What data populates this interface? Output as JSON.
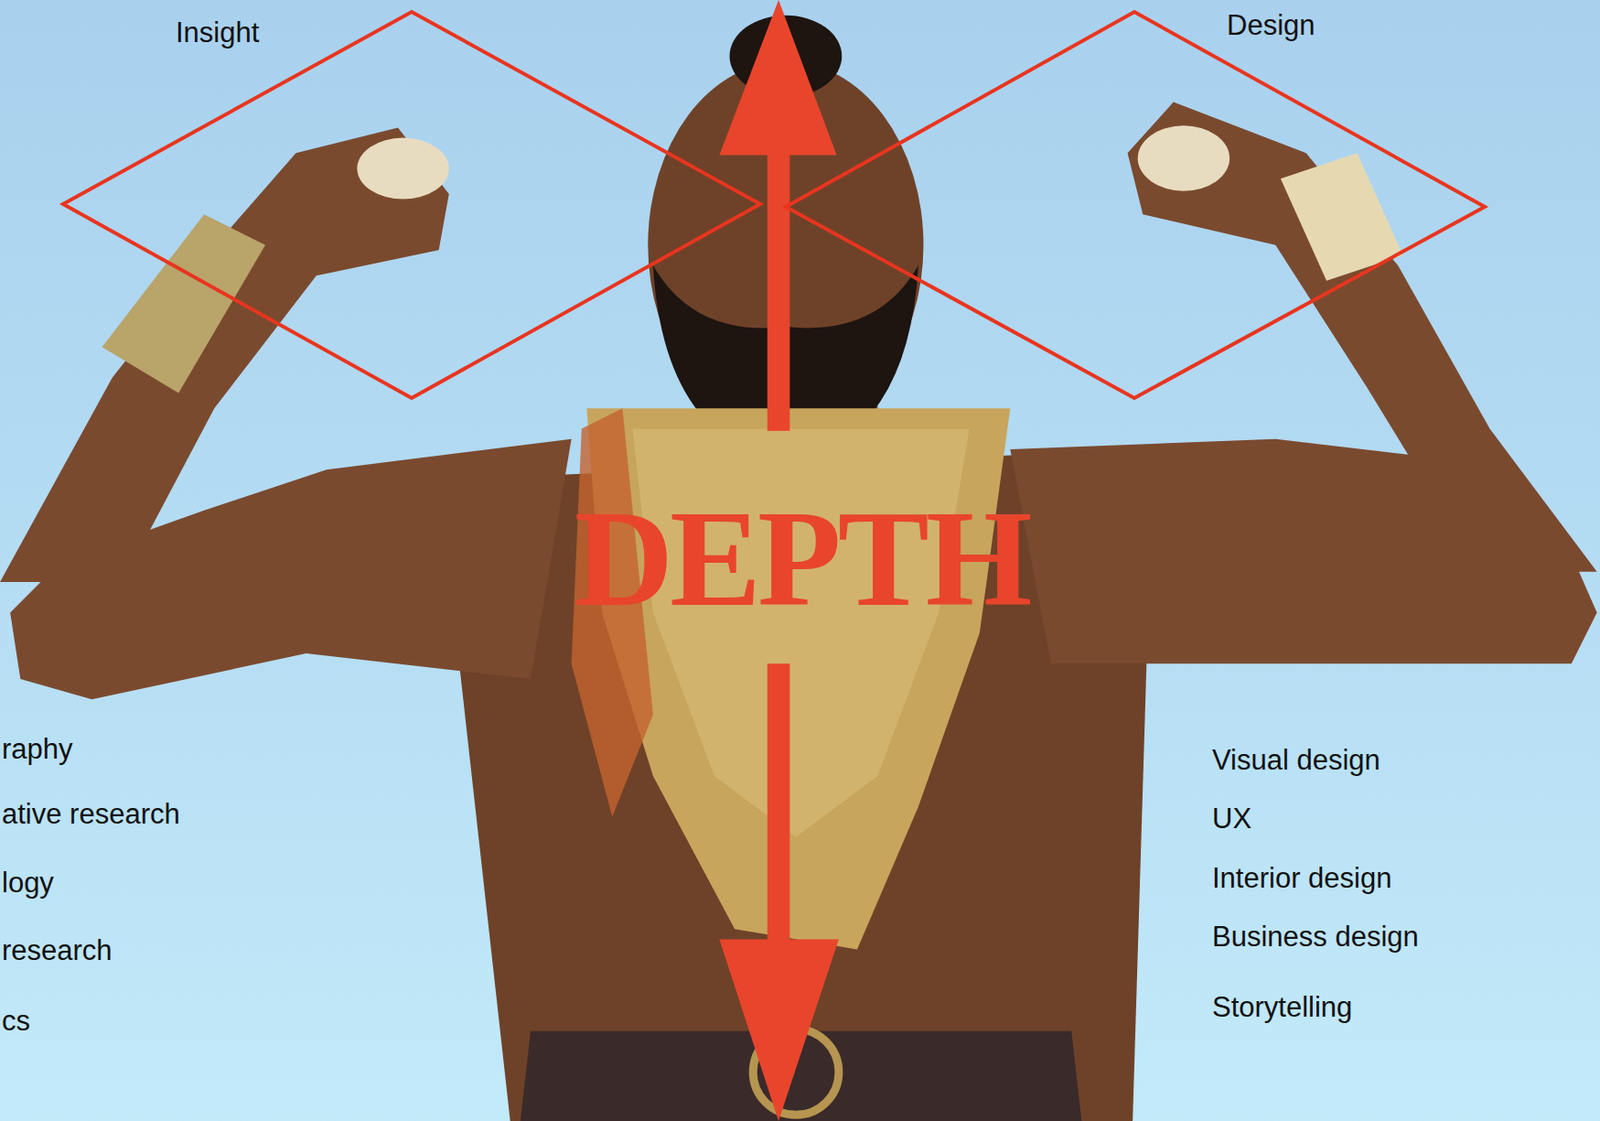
{
  "diagram": {
    "nodes": [
      {
        "text": [
          "Insight"
        ]
      },
      {
        "text": [
          "Design"
        ]
      }
    ],
    "labels": [
      "DEPTH",
      "raphy",
      "ative research",
      "logy",
      "research",
      "cs",
      "Visual design",
      "UX",
      "Interior design",
      "Business design",
      "Storytelling"
    ]
  }
}
